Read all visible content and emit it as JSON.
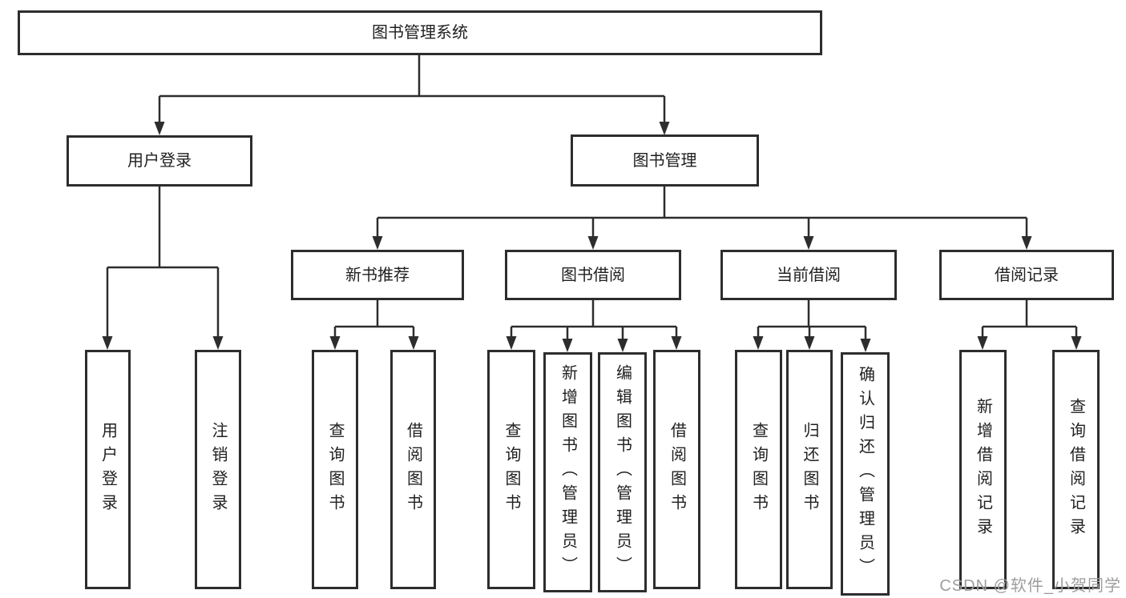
{
  "colors": {
    "line": "#2d2d2d",
    "text": "#1f1f1f",
    "background": "#ffffff",
    "watermark": "#9e9e9e"
  },
  "tree": {
    "root": {
      "label": "图书管理系统"
    },
    "branches": [
      {
        "label": "用户登录",
        "children": [
          {
            "label": "用户登录"
          },
          {
            "label": "注销登录"
          }
        ]
      },
      {
        "label": "图书管理",
        "children": [
          {
            "label": "新书推荐",
            "children": [
              {
                "label": "查询图书"
              },
              {
                "label": "借阅图书"
              }
            ]
          },
          {
            "label": "图书借阅",
            "children": [
              {
                "label": "查询图书"
              },
              {
                "label": "新增图书（管理员）"
              },
              {
                "label": "编辑图书（管理员）"
              },
              {
                "label": "借阅图书"
              }
            ]
          },
          {
            "label": "当前借阅",
            "children": [
              {
                "label": "查询图书"
              },
              {
                "label": "归还图书"
              },
              {
                "label": "确认归还（管理员）"
              }
            ]
          },
          {
            "label": "借阅记录",
            "children": [
              {
                "label": "新增借阅记录"
              },
              {
                "label": "查询借阅记录"
              }
            ]
          }
        ]
      }
    ]
  },
  "watermark": {
    "text": "CSDN @软件_小贺同学"
  }
}
